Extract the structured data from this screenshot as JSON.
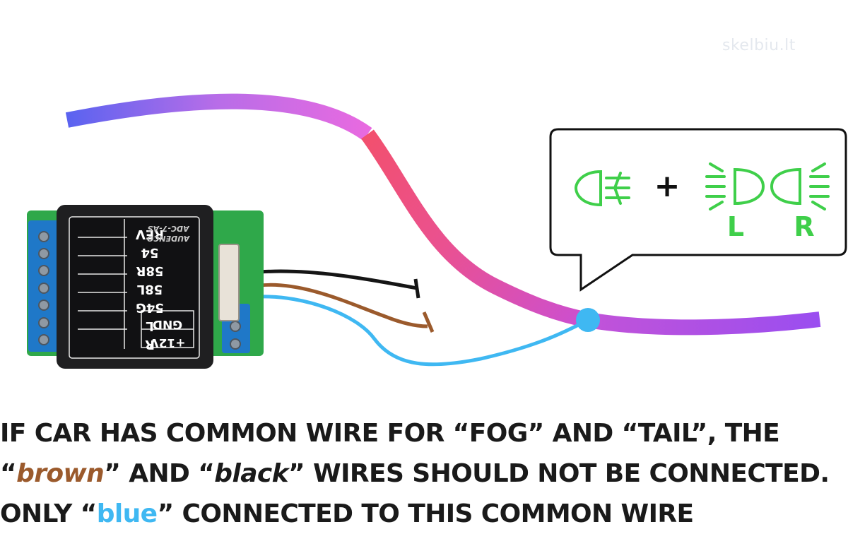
{
  "watermark": "skelbiu.lt",
  "module": {
    "brand": "AUDENCO",
    "model": "ADC-7-AS",
    "pin_labels": [
      "REV",
      "54",
      "58R",
      "58L",
      "54G",
      "L",
      "R"
    ],
    "power_labels": [
      "GND",
      "+12V"
    ]
  },
  "bubble": {
    "left_label": "L",
    "right_label": "R",
    "plus": "+",
    "icon_color": "#3fcf4a",
    "icons": [
      "fog-light-icon",
      "left-tail-light-icon",
      "right-tail-light-icon"
    ]
  },
  "colors": {
    "common_wire_start": "#5a63f0",
    "common_wire_mid": "#d86ae8",
    "common_wire_red": "#f2506e",
    "common_wire_end": "#9a4ef0",
    "blue_wire": "#3fb8f2",
    "brown_wire": "#9b5a2c",
    "black_wire": "#151515",
    "brown_text": "#9b5a2c",
    "blue_text": "#3fb8f2"
  },
  "note": {
    "line1": "IF CAR HAS COMMON WIRE FOR “FOG” AND “TAIL”, THE",
    "line2_q1": "“",
    "line2_brown": "brown",
    "line2_mid": "” AND “",
    "line2_black": "black",
    "line2_rest": "” WIRES SHOULD NOT BE CONNECTED.",
    "line3_start": "ONLY “",
    "line3_blue": "blue",
    "line3_rest": "” CONNECTED TO THIS COMMON WIRE"
  }
}
